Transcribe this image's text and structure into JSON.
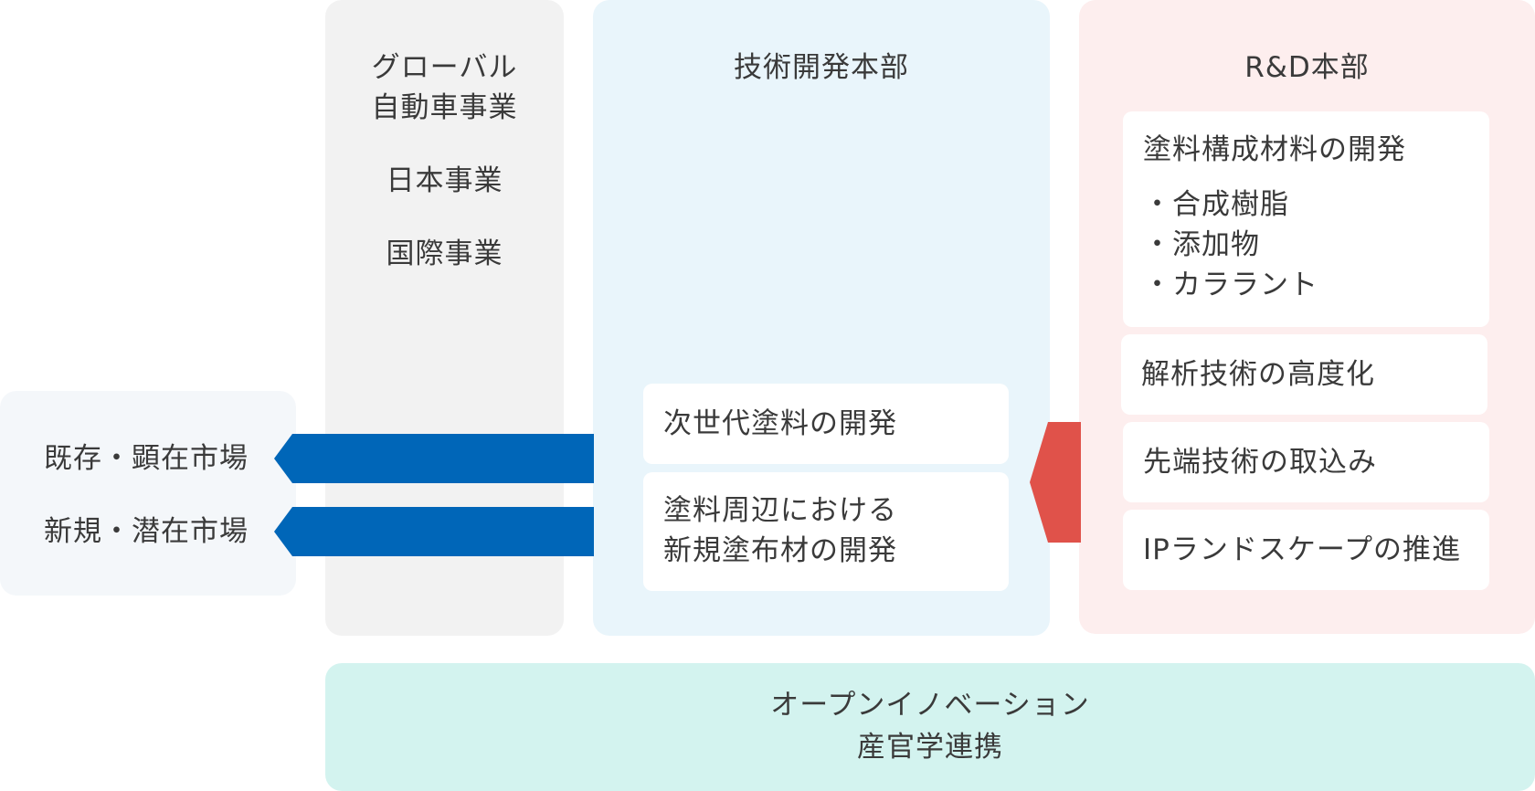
{
  "markets": {
    "items": [
      "既存・顕在市場",
      "新規・潜在市場"
    ]
  },
  "business": {
    "global_auto": [
      "グローバル",
      "自動車事業"
    ],
    "japan": "日本事業",
    "international": "国際事業"
  },
  "tech": {
    "title": "技術開発本部",
    "next_gen": "次世代塗料の開発",
    "peripheral": [
      "塗料周辺における",
      "新規塗布材の開発"
    ]
  },
  "rd": {
    "title": "R&D本部",
    "materials": {
      "title": "塗料構成材料の開発",
      "items": [
        "・合成樹脂",
        "・添加物",
        "・カララント"
      ]
    },
    "analysis": "解析技術の高度化",
    "advanced": "先端技術の取込み",
    "ip": "IPランドスケープの推進"
  },
  "open": {
    "lines": [
      "オープンイノベーション",
      "産官学連携"
    ]
  },
  "colors": {
    "blue_arrow": "#0066b8",
    "red_arrow": "#e0524a",
    "market_bg": "#f4f7fa",
    "business_bg": "#f2f2f2",
    "tech_bg": "#e9f5fb",
    "rd_bg": "#fdeeee",
    "open_bg": "#d3f3ef"
  }
}
